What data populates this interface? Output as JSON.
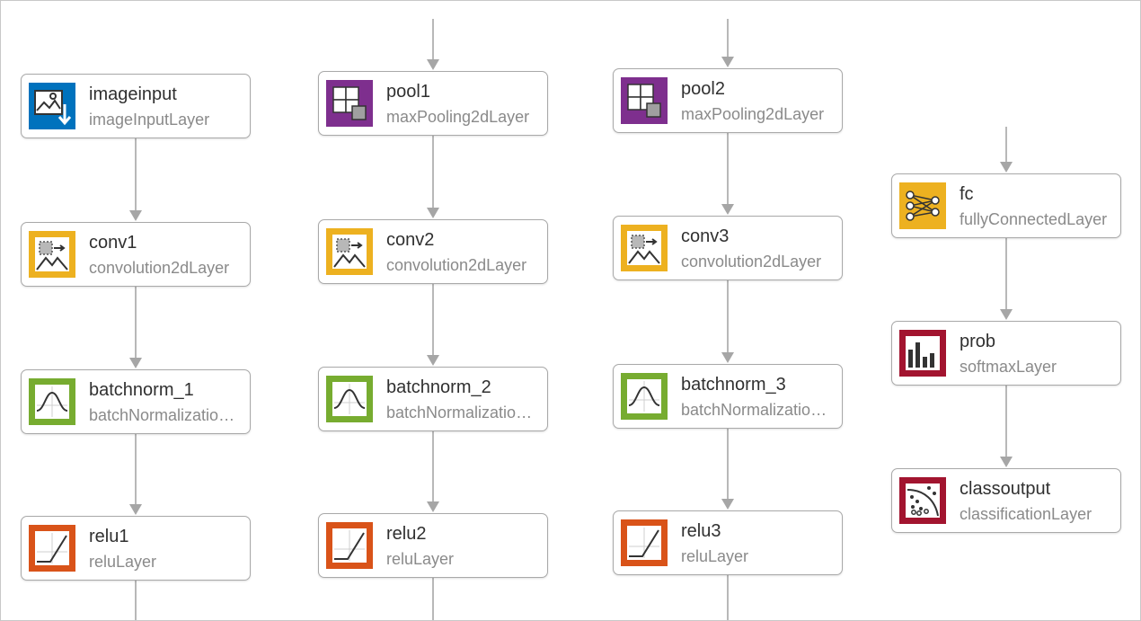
{
  "layers": [
    {
      "id": "imageinput",
      "name": "imageinput",
      "type": "imageInputLayer",
      "icon": "image-input-icon",
      "color": "#0072bd"
    },
    {
      "id": "conv1",
      "name": "conv1",
      "type": "convolution2dLayer",
      "icon": "convolution-icon",
      "color": "#edb120"
    },
    {
      "id": "batchnorm_1",
      "name": "batchnorm_1",
      "type": "batchNormalizationLayer",
      "icon": "batch-norm-icon",
      "color": "#77ac30"
    },
    {
      "id": "relu1",
      "name": "relu1",
      "type": "reluLayer",
      "icon": "relu-icon",
      "color": "#d95319"
    },
    {
      "id": "pool1",
      "name": "pool1",
      "type": "maxPooling2dLayer",
      "icon": "max-pooling-icon",
      "color": "#7e2f8e"
    },
    {
      "id": "conv2",
      "name": "conv2",
      "type": "convolution2dLayer",
      "icon": "convolution-icon",
      "color": "#edb120"
    },
    {
      "id": "batchnorm_2",
      "name": "batchnorm_2",
      "type": "batchNormalizationLayer",
      "icon": "batch-norm-icon",
      "color": "#77ac30"
    },
    {
      "id": "relu2",
      "name": "relu2",
      "type": "reluLayer",
      "icon": "relu-icon",
      "color": "#d95319"
    },
    {
      "id": "pool2",
      "name": "pool2",
      "type": "maxPooling2dLayer",
      "icon": "max-pooling-icon",
      "color": "#7e2f8e"
    },
    {
      "id": "conv3",
      "name": "conv3",
      "type": "convolution2dLayer",
      "icon": "convolution-icon",
      "color": "#edb120"
    },
    {
      "id": "batchnorm_3",
      "name": "batchnorm_3",
      "type": "batchNormalizationLayer",
      "icon": "batch-norm-icon",
      "color": "#77ac30"
    },
    {
      "id": "relu3",
      "name": "relu3",
      "type": "reluLayer",
      "icon": "relu-icon",
      "color": "#d95319"
    },
    {
      "id": "fc",
      "name": "fc",
      "type": "fullyConnectedLayer",
      "icon": "fully-connected-icon",
      "color": "#edb120"
    },
    {
      "id": "prob",
      "name": "prob",
      "type": "softmaxLayer",
      "icon": "softmax-icon",
      "color": "#a2142f"
    },
    {
      "id": "classoutput",
      "name": "classoutput",
      "type": "classificationLayer",
      "icon": "classification-icon",
      "color": "#a2142f"
    }
  ],
  "connections": [
    [
      "imageinput",
      "conv1"
    ],
    [
      "conv1",
      "batchnorm_1"
    ],
    [
      "batchnorm_1",
      "relu1"
    ],
    [
      "relu1",
      "pool1"
    ],
    [
      "pool1",
      "conv2"
    ],
    [
      "conv2",
      "batchnorm_2"
    ],
    [
      "batchnorm_2",
      "relu2"
    ],
    [
      "relu2",
      "pool2"
    ],
    [
      "pool2",
      "conv3"
    ],
    [
      "conv3",
      "batchnorm_3"
    ],
    [
      "batchnorm_3",
      "relu3"
    ],
    [
      "relu3",
      "fc"
    ],
    [
      "fc",
      "prob"
    ],
    [
      "prob",
      "classoutput"
    ]
  ],
  "colors": {
    "edge": "#a6a6a6",
    "node_border": "#a9a9a9",
    "name_text": "#303030",
    "type_text": "#8a8a8a"
  }
}
